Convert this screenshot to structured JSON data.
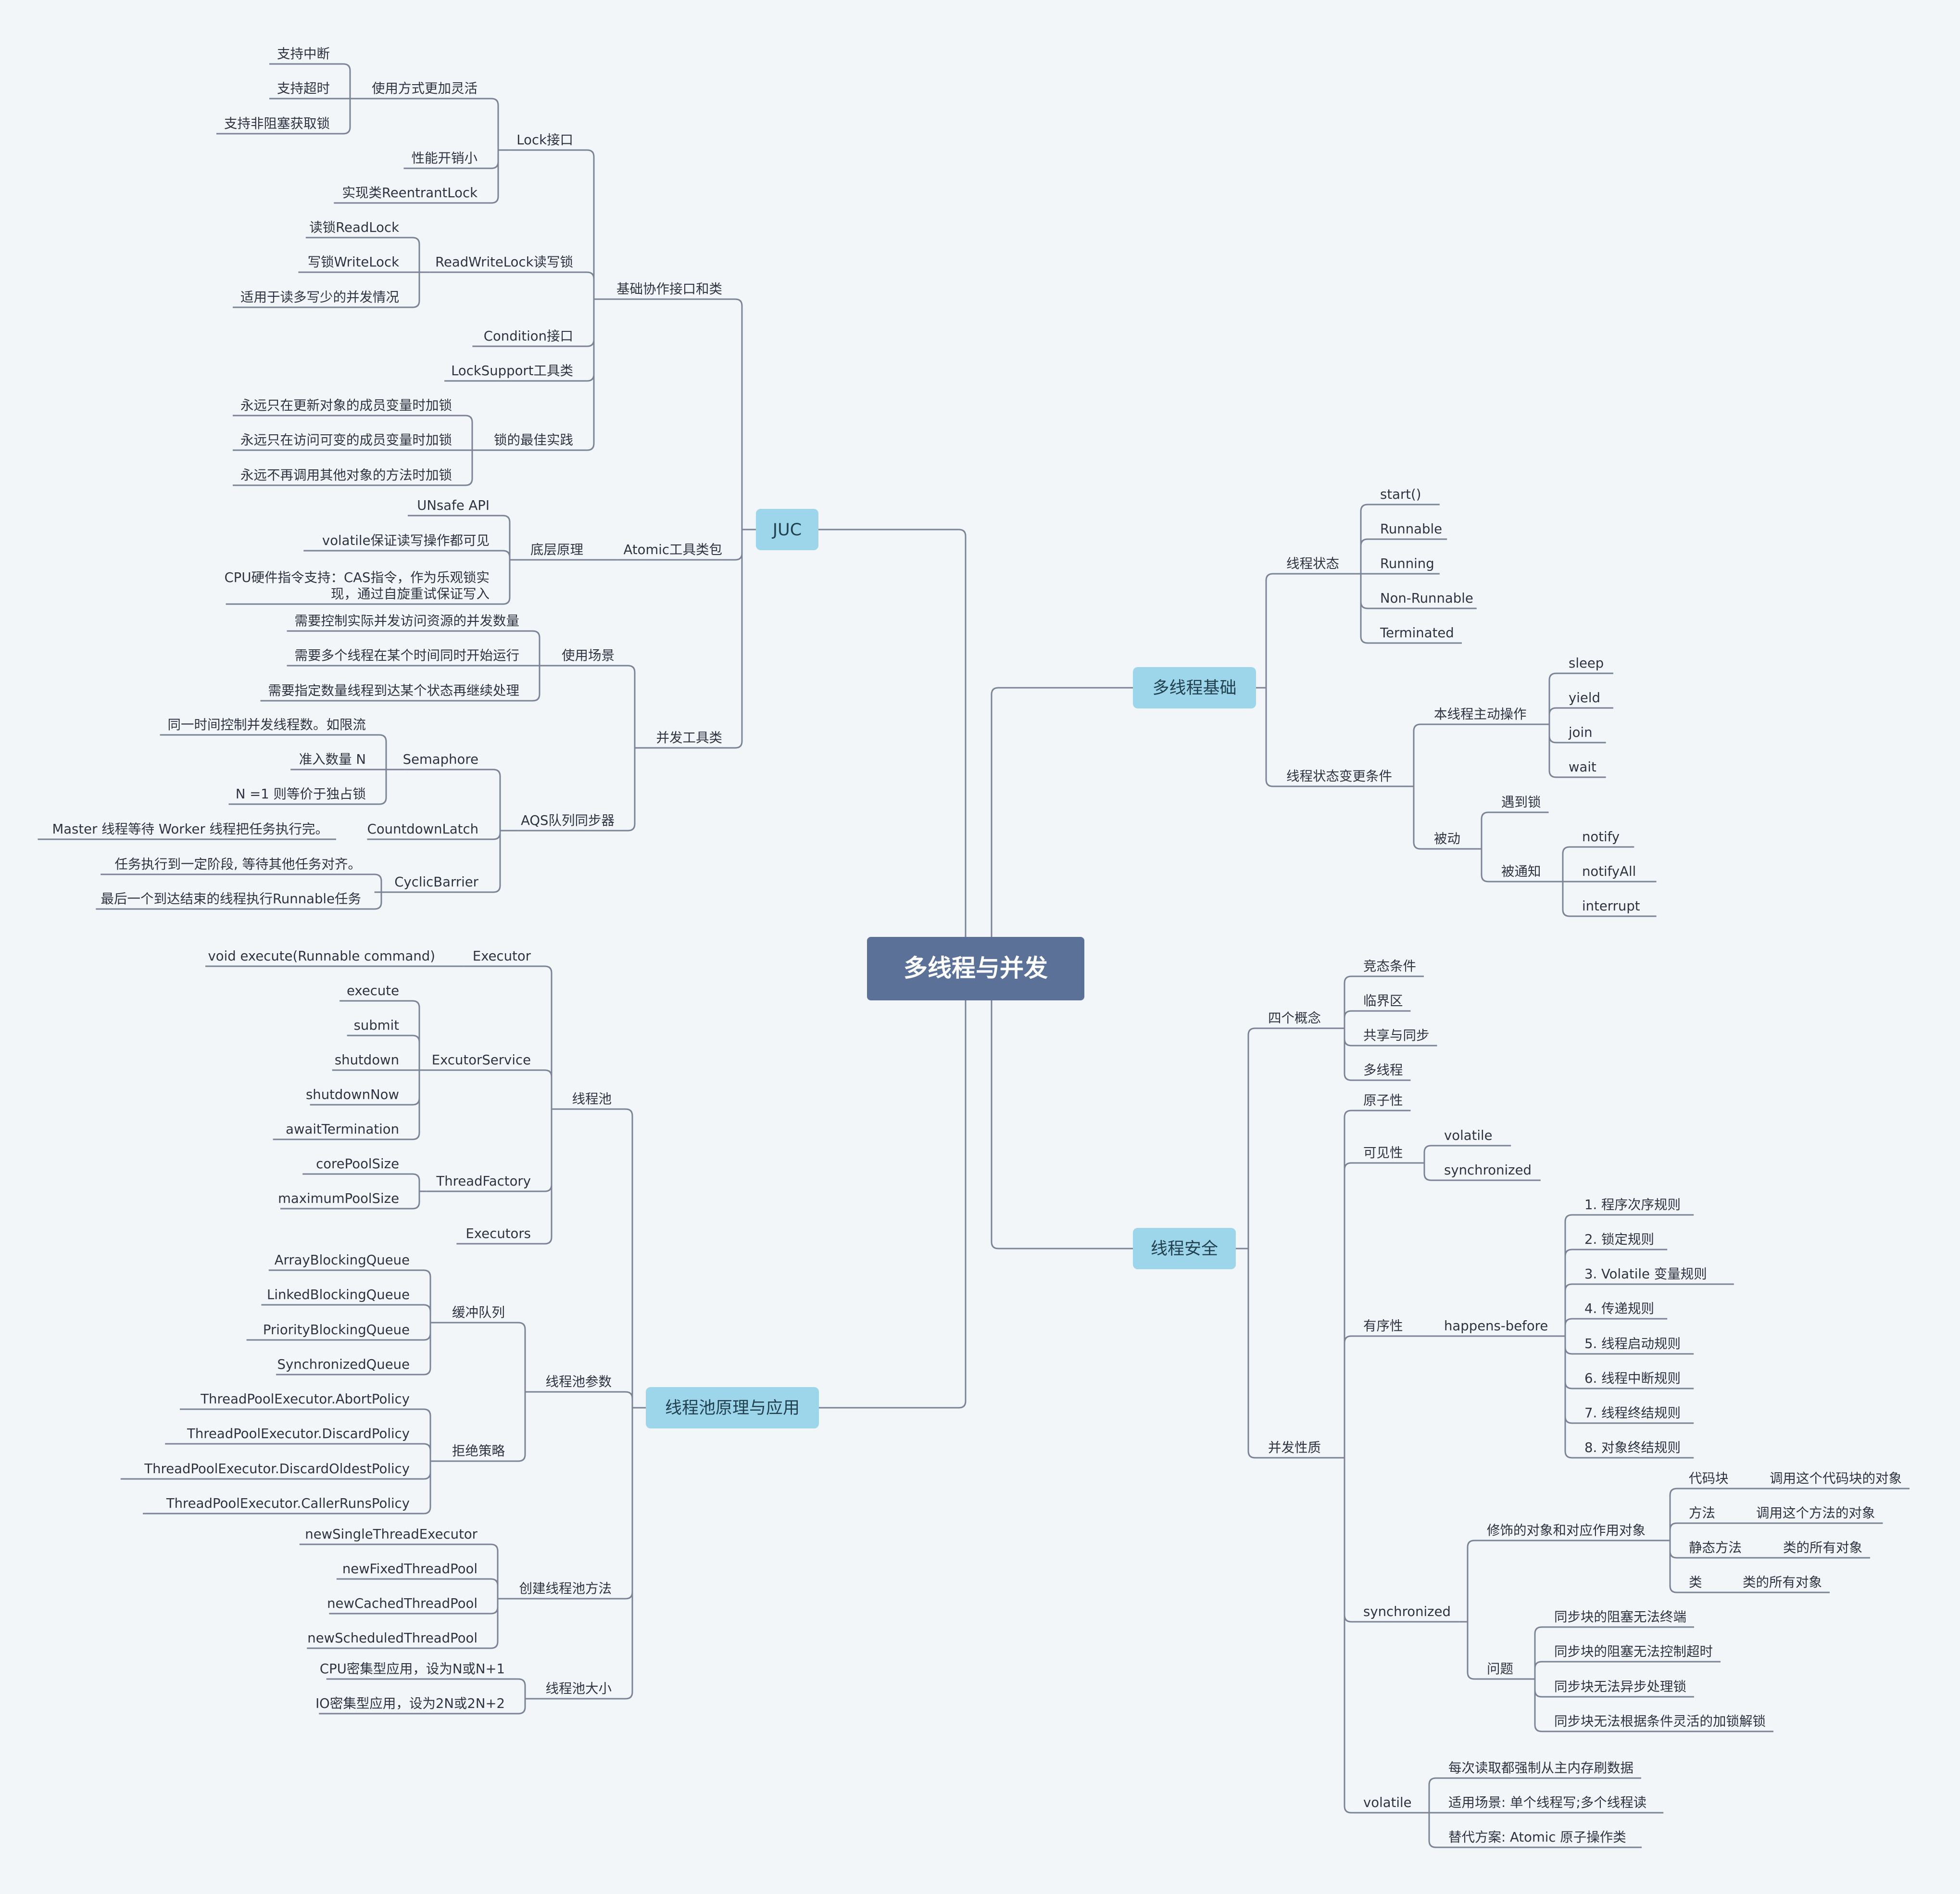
{
  "root": "多线程与并发",
  "colors": {
    "background": "#f3f6f9",
    "root_fill": "#5b7197",
    "main_fill": "#9dd5ea",
    "line": "#7a8496",
    "text": "#2d3340"
  },
  "branches": [
    {
      "label": "JUC",
      "children": [
        {
          "label": "基础协作接口和类",
          "children": [
            {
              "label": "Lock接口",
              "children": [
                {
                  "label": "使用方式更加灵活",
                  "children": [
                    {
                      "label": "支持中断"
                    },
                    {
                      "label": "支持超时"
                    },
                    {
                      "label": "支持非阻塞获取锁"
                    }
                  ]
                },
                {
                  "label": "性能开销小"
                },
                {
                  "label": "实现类ReentrantLock"
                }
              ]
            },
            {
              "label": "ReadWriteLock读写锁",
              "children": [
                {
                  "label": "读锁ReadLock"
                },
                {
                  "label": "写锁WriteLock"
                },
                {
                  "label": "适用于读多写少的并发情况"
                }
              ]
            },
            {
              "label": "Condition接口"
            },
            {
              "label": "LockSupport工具类"
            },
            {
              "label": "锁的最佳实践",
              "children": [
                {
                  "label": "永远只在更新对象的成员变量时加锁"
                },
                {
                  "label": "永远只在访问可变的成员变量时加锁"
                },
                {
                  "label": "永远不再调用其他对象的方法时加锁"
                }
              ]
            }
          ]
        },
        {
          "label": "Atomic工具类包",
          "children": [
            {
              "label": "底层原理",
              "children": [
                {
                  "label": "UNsafe API"
                },
                {
                  "label": "volatile保证读写操作都可见"
                },
                {
                  "label": "CPU硬件指令支持：CAS指令，作为乐观锁实",
                  "label2": "现，通过自旋重试保证写入"
                }
              ]
            }
          ]
        },
        {
          "label": "并发工具类",
          "children": [
            {
              "label": "使用场景",
              "children": [
                {
                  "label": "需要控制实际并发访问资源的并发数量"
                },
                {
                  "label": "需要多个线程在某个时间同时开始运行"
                },
                {
                  "label": "需要指定数量线程到达某个状态再继续处理"
                }
              ]
            },
            {
              "label": "AQS队列同步器",
              "children": [
                {
                  "label": "Semaphore",
                  "children": [
                    {
                      "label": "同一时间控制并发线程数。如限流"
                    },
                    {
                      "label": "准入数量 N"
                    },
                    {
                      "label": "N =1 则等价于独占锁"
                    }
                  ]
                },
                {
                  "label": "CountdownLatch",
                  "children": [
                    {
                      "label": "Master 线程等待 Worker 线程把任务执行完。"
                    }
                  ]
                },
                {
                  "label": "CyclicBarrier",
                  "children": [
                    {
                      "label": "任务执行到一定阶段, 等待其他任务对齐。"
                    },
                    {
                      "label": "最后一个到达结束的线程执行Runnable任务"
                    }
                  ]
                }
              ]
            }
          ]
        }
      ]
    },
    {
      "label": "线程池原理与应用",
      "children": [
        {
          "label": "线程池",
          "children": [
            {
              "label": "Executor",
              "children": [
                {
                  "label": "void execute(Runnable command)"
                }
              ]
            },
            {
              "label": "ExcutorService",
              "children": [
                {
                  "label": "execute"
                },
                {
                  "label": "submit"
                },
                {
                  "label": "shutdown"
                },
                {
                  "label": "shutdownNow"
                },
                {
                  "label": "awaitTermination"
                }
              ]
            },
            {
              "label": "ThreadFactory",
              "children": [
                {
                  "label": "corePoolSize"
                },
                {
                  "label": "maximumPoolSize"
                }
              ]
            },
            {
              "label": "Executors"
            }
          ]
        },
        {
          "label": "线程池参数",
          "children": [
            {
              "label": "缓冲队列",
              "children": [
                {
                  "label": "ArrayBlockingQueue"
                },
                {
                  "label": "LinkedBlockingQueue"
                },
                {
                  "label": "PriorityBlockingQueue"
                },
                {
                  "label": "SynchronizedQueue"
                }
              ]
            },
            {
              "label": "拒绝策略",
              "children": [
                {
                  "label": "ThreadPoolExecutor.AbortPolicy"
                },
                {
                  "label": "ThreadPoolExecutor.DiscardPolicy"
                },
                {
                  "label": "ThreadPoolExecutor.DiscardOldestPolicy"
                },
                {
                  "label": "ThreadPoolExecutor.CallerRunsPolicy"
                }
              ]
            }
          ]
        },
        {
          "label": "创建线程池方法",
          "children": [
            {
              "label": "newSingleThreadExecutor"
            },
            {
              "label": "newFixedThreadPool"
            },
            {
              "label": "newCachedThreadPool"
            },
            {
              "label": "newScheduledThreadPool"
            }
          ]
        },
        {
          "label": "线程池大小",
          "children": [
            {
              "label": "CPU密集型应用，设为N或N+1"
            },
            {
              "label": "IO密集型应用，设为2N或2N+2"
            }
          ]
        }
      ]
    },
    {
      "label": "多线程基础",
      "children": [
        {
          "label": "线程状态",
          "children": [
            {
              "label": "start()"
            },
            {
              "label": "Runnable"
            },
            {
              "label": "Running"
            },
            {
              "label": "Non-Runnable"
            },
            {
              "label": "Terminated"
            }
          ]
        },
        {
          "label": "线程状态变更条件",
          "children": [
            {
              "label": "本线程主动操作",
              "children": [
                {
                  "label": "sleep"
                },
                {
                  "label": "yield"
                },
                {
                  "label": "join"
                },
                {
                  "label": "wait"
                }
              ]
            },
            {
              "label": "被动",
              "children": [
                {
                  "label": "遇到锁"
                },
                {
                  "label": "被通知",
                  "children": [
                    {
                      "label": "notify"
                    },
                    {
                      "label": "notifyAll"
                    },
                    {
                      "label": "interrupt"
                    }
                  ]
                }
              ]
            }
          ]
        }
      ]
    },
    {
      "label": "线程安全",
      "children": [
        {
          "label": "四个概念",
          "children": [
            {
              "label": "竞态条件"
            },
            {
              "label": "临界区"
            },
            {
              "label": "共享与同步"
            },
            {
              "label": "多线程"
            }
          ]
        },
        {
          "label": "并发性质",
          "children": [
            {
              "label": "原子性"
            },
            {
              "label": "可见性",
              "children": [
                {
                  "label": "volatile"
                },
                {
                  "label": "synchronized"
                }
              ]
            },
            {
              "label": "有序性",
              "children": [
                {
                  "label": "happens-before",
                  "children": [
                    {
                      "label": "1. 程序次序规则"
                    },
                    {
                      "label": "2. 锁定规则"
                    },
                    {
                      "label": "3. Volatile 变量规则"
                    },
                    {
                      "label": "4. 传递规则"
                    },
                    {
                      "label": "5. 线程启动规则"
                    },
                    {
                      "label": "6. 线程中断规则"
                    },
                    {
                      "label": "7. 线程终结规则"
                    },
                    {
                      "label": "8. 对象终结规则"
                    }
                  ]
                }
              ]
            },
            {
              "label": "synchronized",
              "children": [
                {
                  "label": "修饰的对象和对应作用对象",
                  "children": [
                    {
                      "label": "代码块",
                      "children": [
                        {
                          "label": "调用这个代码块的对象"
                        }
                      ]
                    },
                    {
                      "label": "方法",
                      "children": [
                        {
                          "label": "调用这个方法的对象"
                        }
                      ]
                    },
                    {
                      "label": "静态方法",
                      "children": [
                        {
                          "label": "类的所有对象"
                        }
                      ]
                    },
                    {
                      "label": "类",
                      "children": [
                        {
                          "label": "类的所有对象"
                        }
                      ]
                    }
                  ]
                },
                {
                  "label": "问题",
                  "children": [
                    {
                      "label": "同步块的阻塞无法终端"
                    },
                    {
                      "label": "同步块的阻塞无法控制超时"
                    },
                    {
                      "label": "同步块无法异步处理锁"
                    },
                    {
                      "label": "同步块无法根据条件灵活的加锁解锁"
                    }
                  ]
                }
              ]
            },
            {
              "label": "volatile",
              "children": [
                {
                  "label": "每次读取都强制从主内存刷数据"
                },
                {
                  "label": "适用场景: 单个线程写;多个线程读"
                },
                {
                  "label": "替代方案: Atomic 原子操作类"
                }
              ]
            }
          ]
        }
      ]
    }
  ]
}
